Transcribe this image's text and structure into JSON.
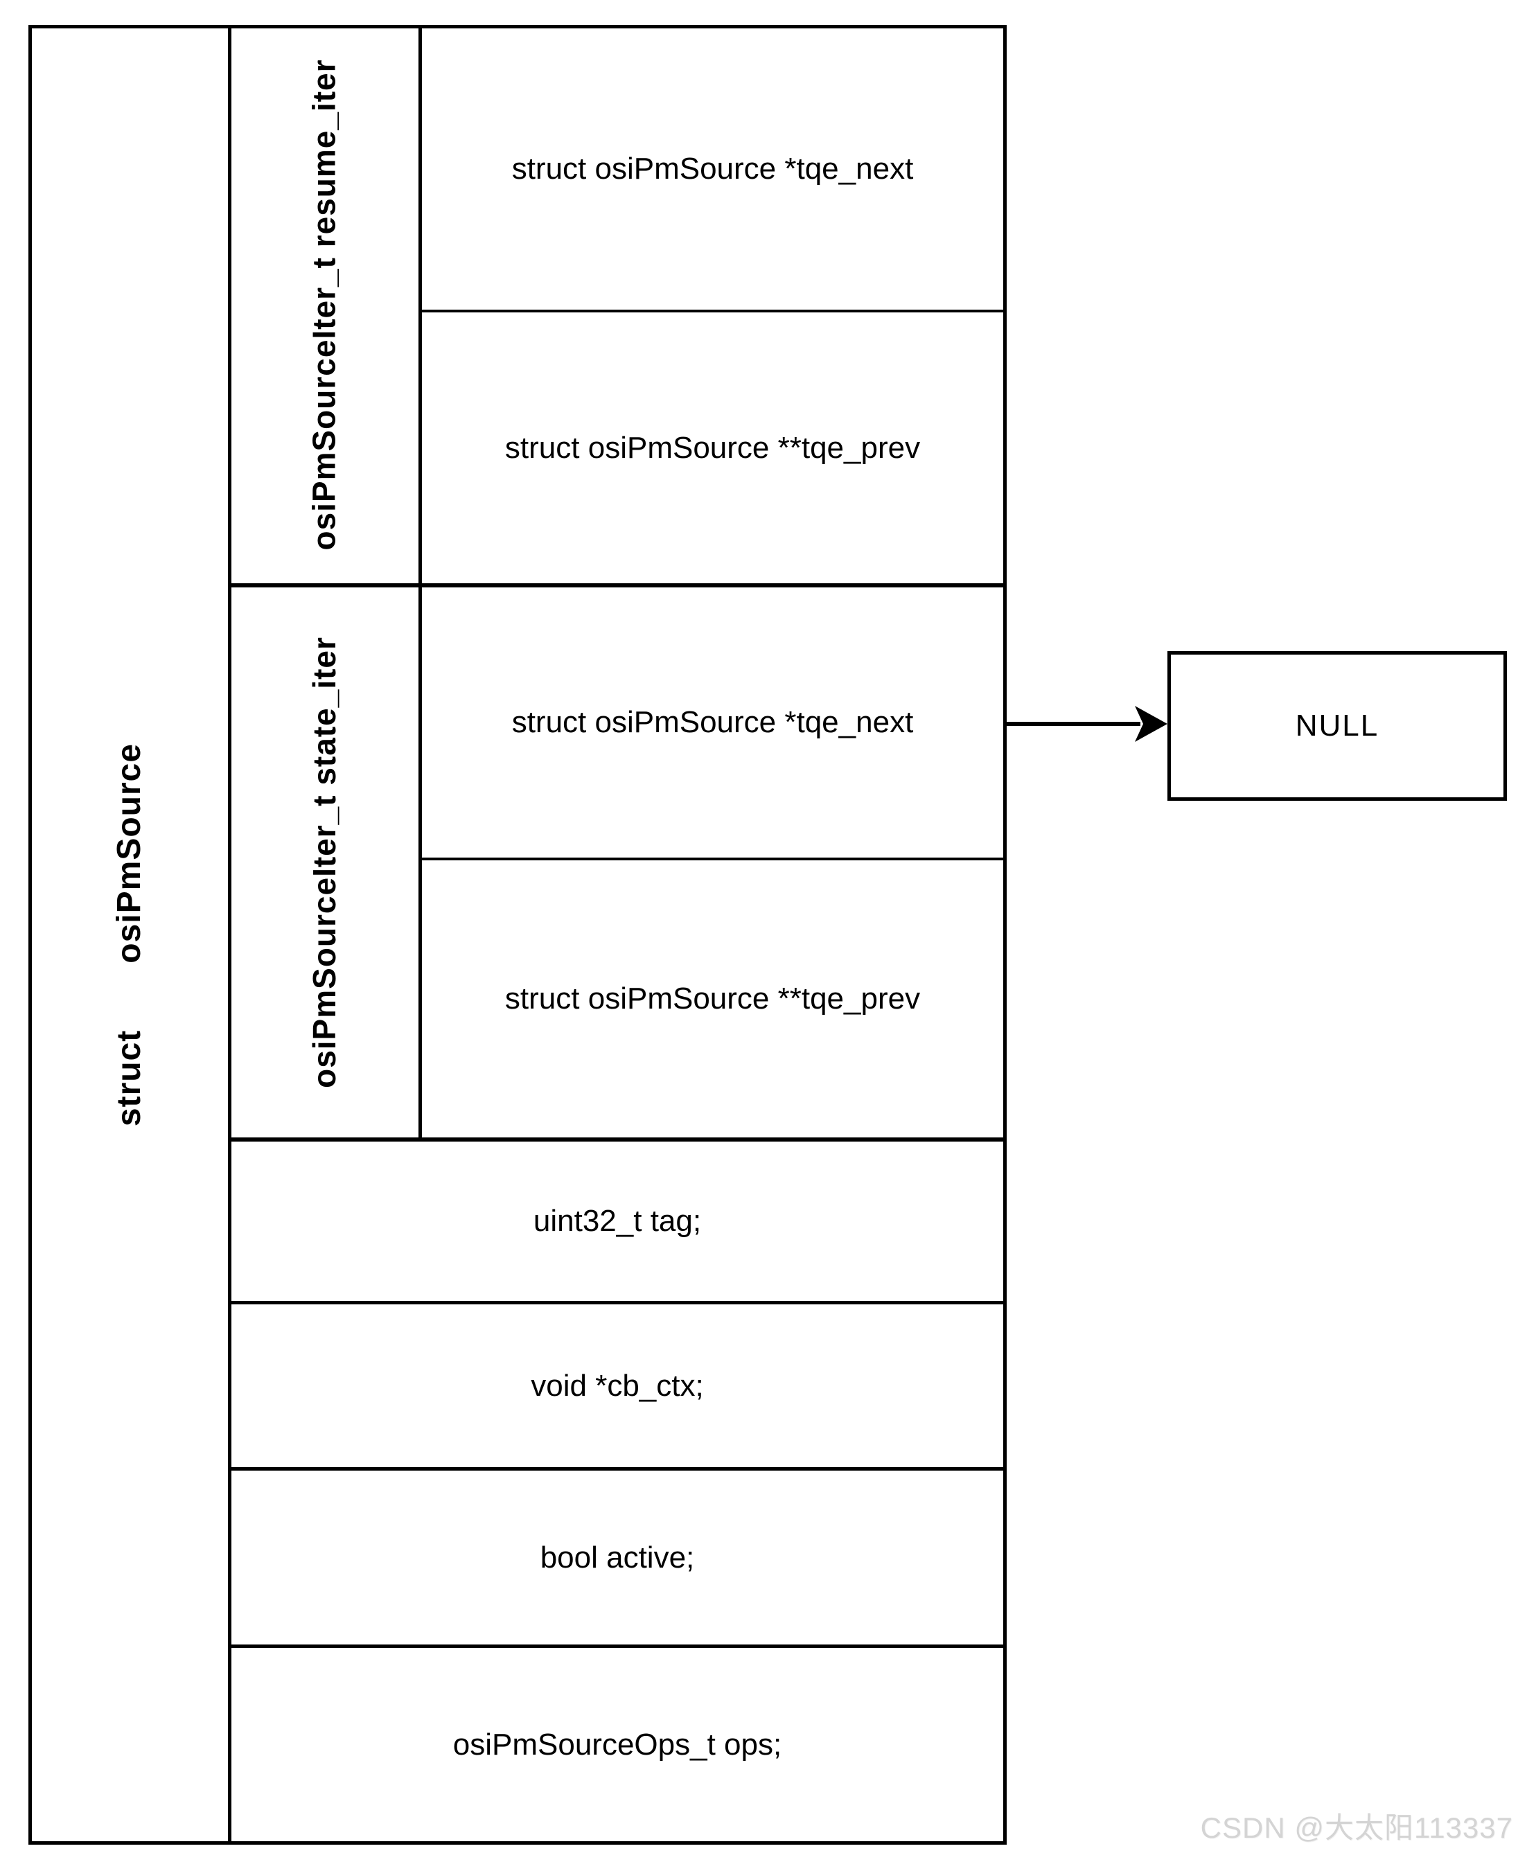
{
  "diagram": {
    "struct_label": {
      "keyword": "struct",
      "name": "osiPmSource"
    },
    "iter_sections": [
      {
        "label": "osiPmSourceIter_t resume_iter",
        "fields": [
          "struct osiPmSource *tqe_next",
          "struct osiPmSource **tqe_prev"
        ]
      },
      {
        "label": "osiPmSourceIter_t state_iter",
        "fields": [
          "struct osiPmSource *tqe_next",
          "struct osiPmSource **tqe_prev"
        ]
      }
    ],
    "plain_fields": [
      "uint32_t tag;",
      "void *cb_ctx;",
      "bool active;",
      "osiPmSourceOps_t ops;"
    ],
    "null_box_label": "NULL",
    "watermark": "CSDN @大太阳113337",
    "colors": {
      "line": "#000000",
      "background": "#ffffff",
      "watermark": "#d4d4d4"
    }
  }
}
